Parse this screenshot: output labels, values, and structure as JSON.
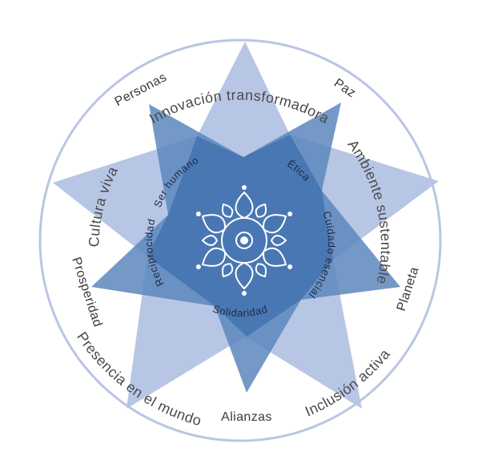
{
  "outer_labels": {
    "top": "Innovación transformadora",
    "right": "Ambiente sustentable",
    "bottom_right": "Inclusión activa",
    "bottom_left": "Presencia en el mundo",
    "left": "Cultura viva"
  },
  "tip_labels": {
    "personas": "Personas",
    "paz": "Paz",
    "planeta": "Planeta",
    "alianzas": "Alianzas",
    "prosperidad": "Prosperidad"
  },
  "inner_labels": {
    "ser_humano": "Ser humano",
    "etica": "Ética",
    "cuidado": "Cuidado esencial",
    "solidaridad": "Solidaridad",
    "reciprocidad": "Reciprocidad"
  },
  "colors": {
    "circle": "#b9c6e3",
    "light_star": "#b4c3e4",
    "dark_star": "#5c87bd",
    "center": "#3a6aa8",
    "text": "#4a4a4a",
    "emblem": "#ffffff"
  },
  "icons": [
    "mandala-icon"
  ]
}
